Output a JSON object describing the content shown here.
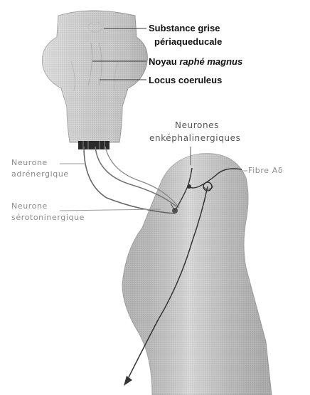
{
  "labels": {
    "substance_line1": "Substance grise",
    "substance_line2": "périaqueducale",
    "raphe_noyau": "Noyau",
    "raphe_magnus": "raphé magnus",
    "locus": "Locus coeruleus",
    "enk_line1": "Neurones",
    "enk_line2": "enképhalinergiques",
    "adren_line1": "Neurone",
    "adren_line2": "adrénergique",
    "sero_line1": "Neurone",
    "sero_line2": "sérotoninergique",
    "fibre": "Fibre Aδ"
  },
  "colors": {
    "brainstem_fill": "#c9c9c9",
    "cord_fill": "#cfcfcf",
    "line_dark": "#222222",
    "label_dark": "#111111",
    "label_grey": "#8a8a8a"
  }
}
